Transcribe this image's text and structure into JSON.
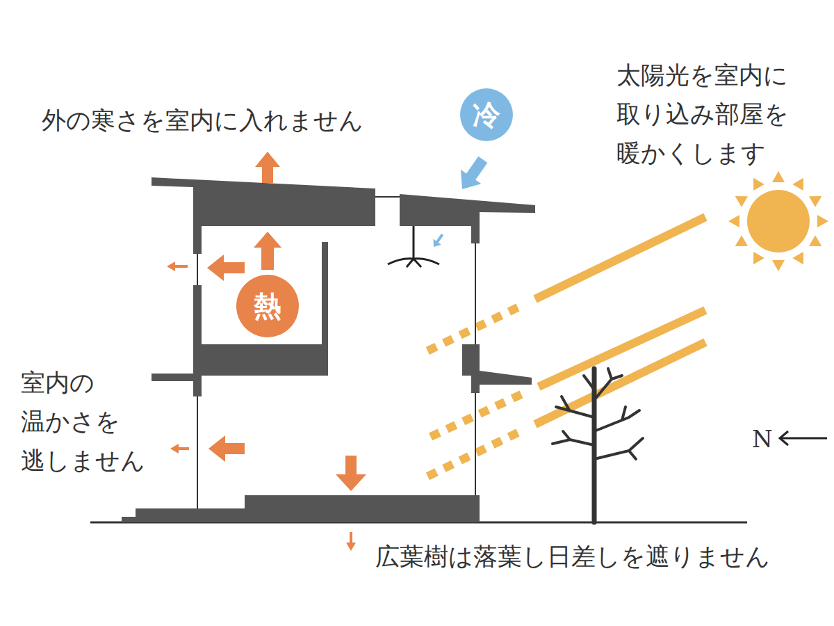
{
  "diagram": {
    "nodes": [
      {
        "text": [
          "冷"
        ]
      },
      {
        "text": [
          "熱"
        ]
      }
    ],
    "labels": [
      "外の寒さを室内に入れません",
      "太陽光を室内に 取り込み部屋を 暖かくします",
      "室内の 温かさを 逃しません",
      "広葉樹は落葉し日差しを遮りません",
      "N"
    ]
  }
}
